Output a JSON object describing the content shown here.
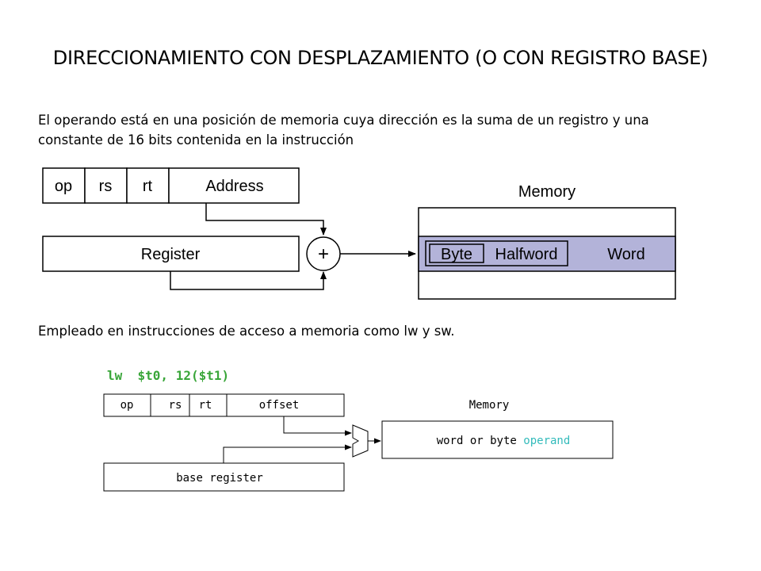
{
  "title": "DIRECCIONAMIENTO CON DESPLAZAMIENTO (O CON REGISTRO BASE)",
  "paragraph1": "El operando está en una posición de memoria cuya dirección es la suma de un registro y una constante de 16 bits contenida en la instrucción",
  "paragraph2": "Empleado en instrucciones de acceso a memoria como lw y sw.",
  "diagram1": {
    "fields": [
      "op",
      "rs",
      "rt",
      "Address"
    ],
    "register": "Register",
    "adder": "+",
    "memory_label": "Memory",
    "byte": "Byte",
    "halfword": "Halfword",
    "word": "Word",
    "colors": {
      "memory_highlight": "#b3b3d9"
    }
  },
  "diagram2": {
    "instruction": "lw  $t0, 12($t1)",
    "fields": [
      "op",
      "rs",
      "rt",
      "offset"
    ],
    "memory_label": "Memory",
    "operand_prefix": "word or byte",
    "operand_word": "operand",
    "base_register": "base register",
    "colors": {
      "instruction": "#3aa63a",
      "operand": "#33bbbb"
    }
  }
}
